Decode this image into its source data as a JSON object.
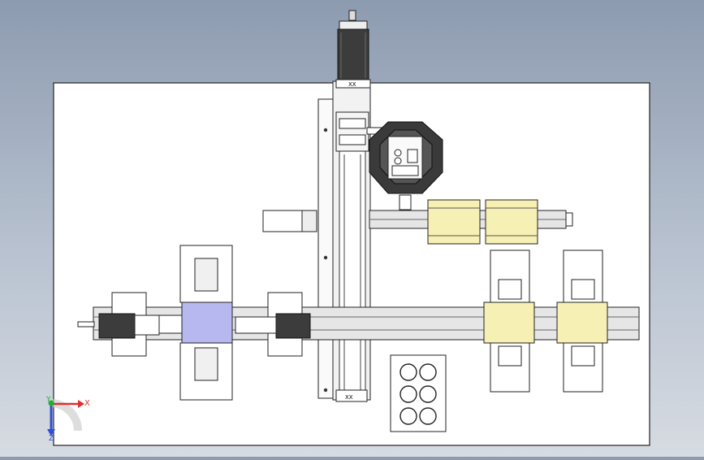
{
  "triad": {
    "x_label": "X",
    "y_label": "Y",
    "z_label": "Z",
    "colors": {
      "x": "#e03030",
      "y": "#20b030",
      "z": "#2f4fd8"
    }
  },
  "colors": {
    "background_top": "#8d9bb0",
    "background_bottom": "#d7dbe2",
    "base_plate": "#ffffff",
    "line": "#1a1a1a",
    "carriage_blue": "#b8b8f0",
    "pad_yellow": "#f7f0b4",
    "motor_dark": "#3c3c3c",
    "rotary_dark": "#3a3a3a",
    "rail_grey": "#e6e6e6"
  }
}
